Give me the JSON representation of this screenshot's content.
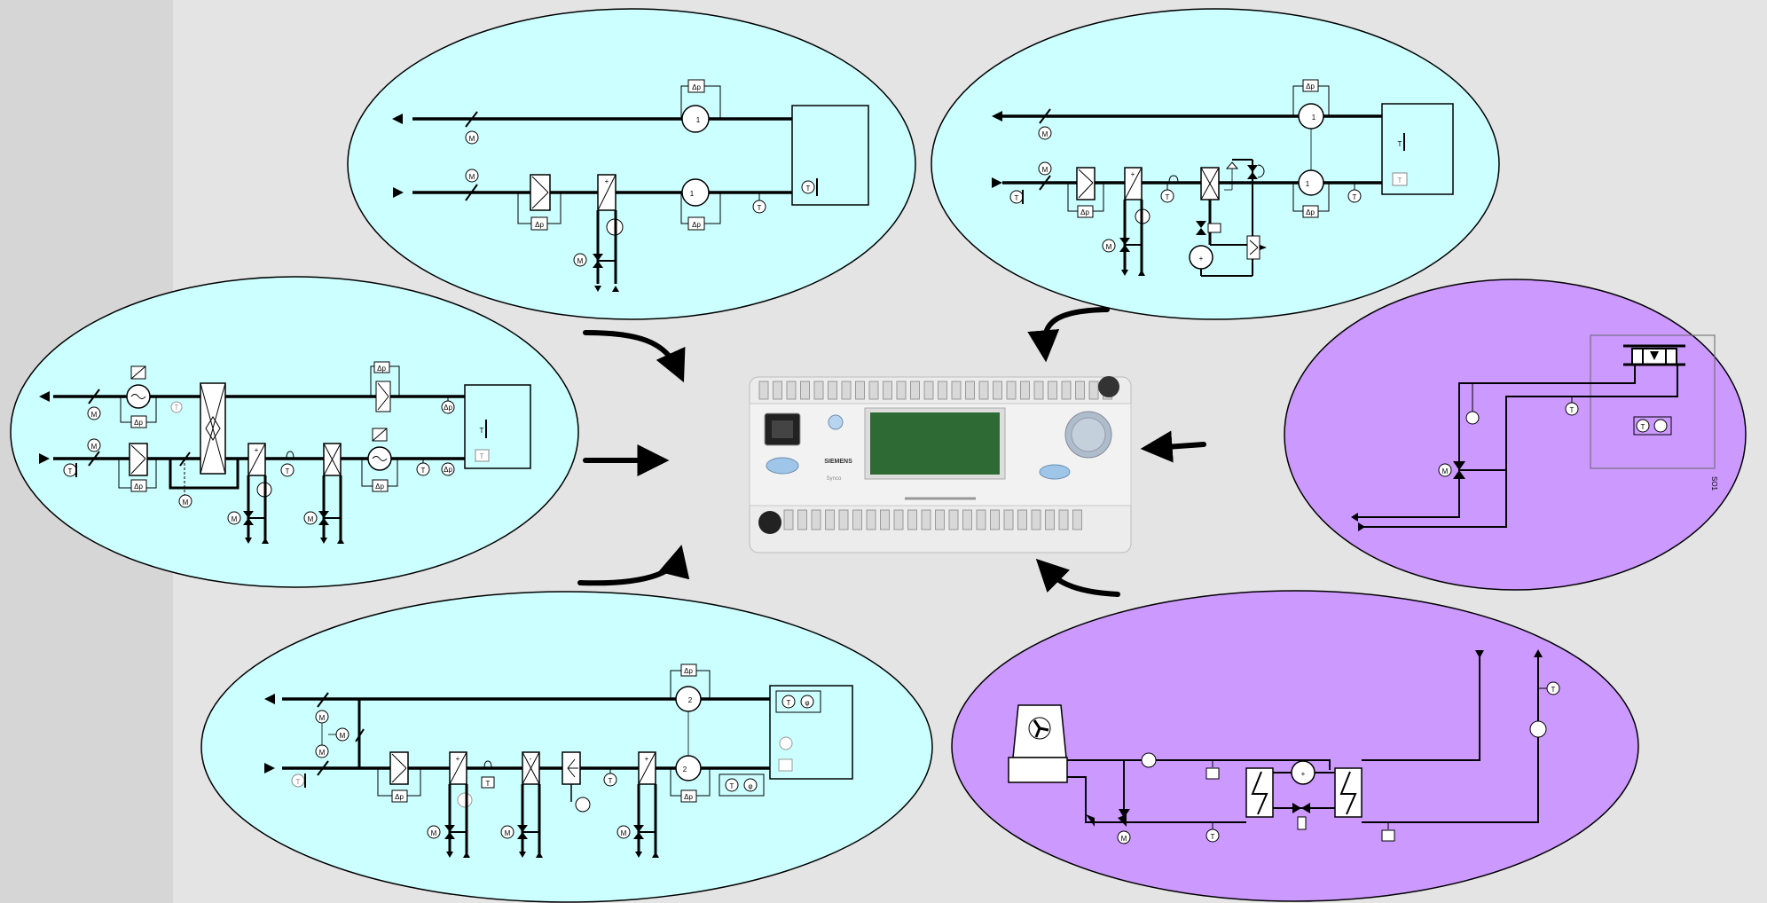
{
  "colors": {
    "sidebar": "#d6d6d6",
    "background": "#e4e4e4",
    "ahu_fill": "#ccffff",
    "plant_fill": "#cc99ff",
    "line": "#000000",
    "lcd": "#2e6b34",
    "controller_body": "#eeeeee"
  },
  "symbols": {
    "dp": "Δp",
    "temp": "T",
    "motor": "M",
    "fan_one": "1",
    "fan_two": "2",
    "humidity": "φ",
    "plus": "+",
    "minus": "-",
    "version": "SO1"
  },
  "controller": {
    "brand": "SIEMENS",
    "product": "Synco"
  },
  "diagrams": [
    {
      "name": "ahu-top-left",
      "kind": "ventilation"
    },
    {
      "name": "ahu-top-right",
      "kind": "ventilation"
    },
    {
      "name": "ahu-middle-left",
      "kind": "ventilation"
    },
    {
      "name": "ahu-bottom-left",
      "kind": "ventilation"
    },
    {
      "name": "heating-circuit-right",
      "kind": "heating"
    },
    {
      "name": "chiller-plant-bottom-right",
      "kind": "cooling"
    }
  ]
}
